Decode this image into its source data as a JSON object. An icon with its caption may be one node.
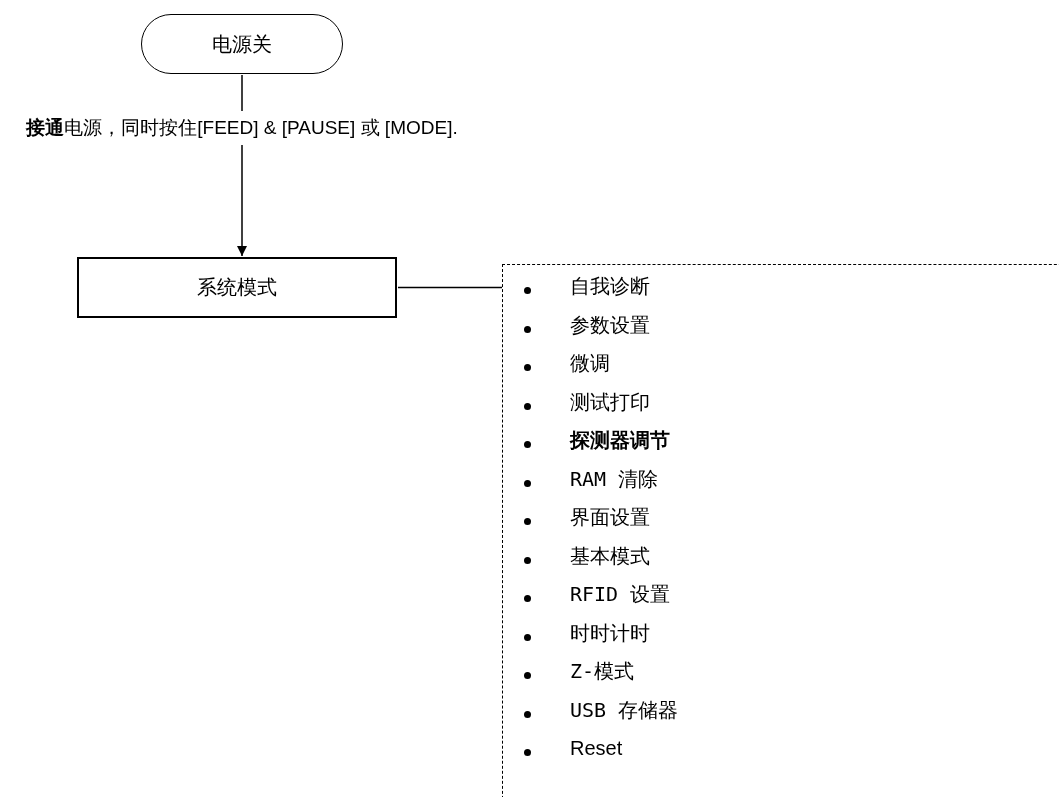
{
  "diagram": {
    "nodes": [
      {
        "text": [
          "电源关"
        ]
      },
      {
        "text": [
          "系统模式"
        ]
      },
      {
        "text": [
          "自我诊断",
          "参数设置",
          "微调",
          "测试打印",
          "探测器调节",
          "RAM 清除",
          "界面设置",
          "基本模式",
          "RFID 设置",
          "时时计时",
          "Z-模式",
          "USB 存储器",
          "Reset"
        ]
      }
    ],
    "edges": [
      {
        "from": 0,
        "to": 1,
        "arrow": "to",
        "label": "**接通**电源，同时按住[FEED] & [PAUSE] 或 [MODE]."
      },
      {
        "from": 1,
        "to": 2,
        "arrow": "none"
      }
    ]
  }
}
